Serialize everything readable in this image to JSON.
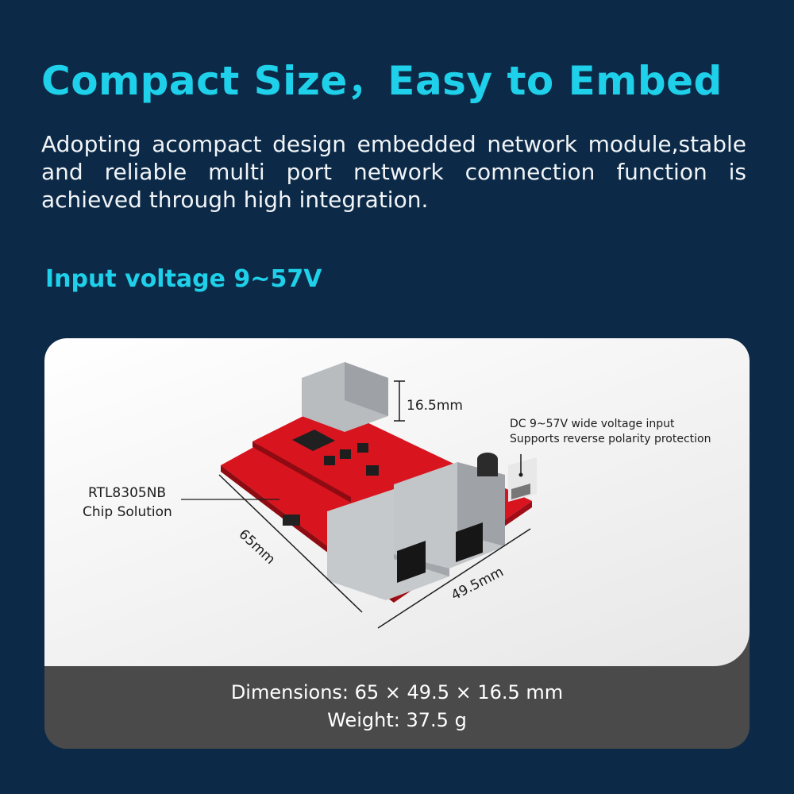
{
  "header": {
    "title": "Compact Size，Easy to Embed",
    "description": "Adopting acompact design embedded network module,stable and reliable multi port network comnection function is achieved through high integration.",
    "subheading": "Input voltage 9~57V"
  },
  "product": {
    "callout_height": "16.5mm",
    "callout_length": "65mm",
    "callout_width": "49.5mm",
    "callout_power_line1": "DC 9~57V wide voltage input",
    "callout_power_line2": "Supports reverse polarity protection",
    "callout_chip_line1": "RTL8305NB",
    "callout_chip_line2": "Chip Solution",
    "board_color": "#d8141f",
    "metal_color": "#b9bcbf"
  },
  "specs": {
    "dimensions": "Dimensions: 65 × 49.5 × 16.5 mm",
    "weight": "Weight: 37.5 g"
  }
}
